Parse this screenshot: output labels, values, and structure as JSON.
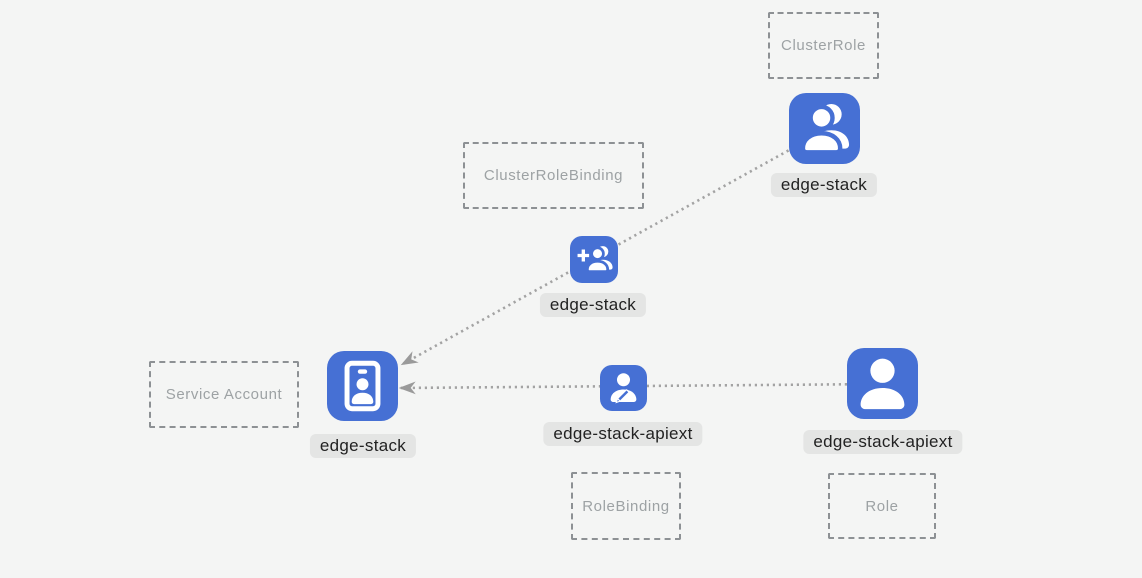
{
  "diagram": {
    "colors": {
      "background": "#f4f5f4",
      "node_blue": "#4670d4",
      "glyph_white": "#ffffff",
      "label_pill_bg": "#e4e5e4",
      "label_text": "#222222",
      "kind_box_border": "#8d9194",
      "kind_box_text": "#9da2a4",
      "edge_color": "#a3a3a3"
    },
    "kind_boxes": [
      {
        "label": "ClusterRole"
      },
      {
        "label": "ClusterRoleBinding"
      },
      {
        "label": "Service Account"
      },
      {
        "label": "RoleBinding"
      },
      {
        "label": "Role"
      }
    ],
    "nodes": [
      {
        "kind": "ClusterRole",
        "icon": "users-icon",
        "label": "edge-stack"
      },
      {
        "kind": "ClusterRoleBinding",
        "icon": "person-add-icon",
        "label": "edge-stack"
      },
      {
        "kind": "Service Account",
        "icon": "id-badge-icon",
        "label": "edge-stack"
      },
      {
        "kind": "RoleBinding",
        "icon": "person-edit-icon",
        "label": "edge-stack-apiext"
      },
      {
        "kind": "Role",
        "icon": "person-icon",
        "label": "edge-stack-apiext"
      }
    ],
    "edges": [
      {
        "from": "ClusterRole:edge-stack",
        "via": "ClusterRoleBinding:edge-stack",
        "to": "Service Account:edge-stack",
        "style": "dotted",
        "arrow_at": "to"
      },
      {
        "from": "Role:edge-stack-apiext",
        "via": "RoleBinding:edge-stack-apiext",
        "to": "Service Account:edge-stack",
        "style": "dotted",
        "arrow_at": "to"
      }
    ]
  }
}
